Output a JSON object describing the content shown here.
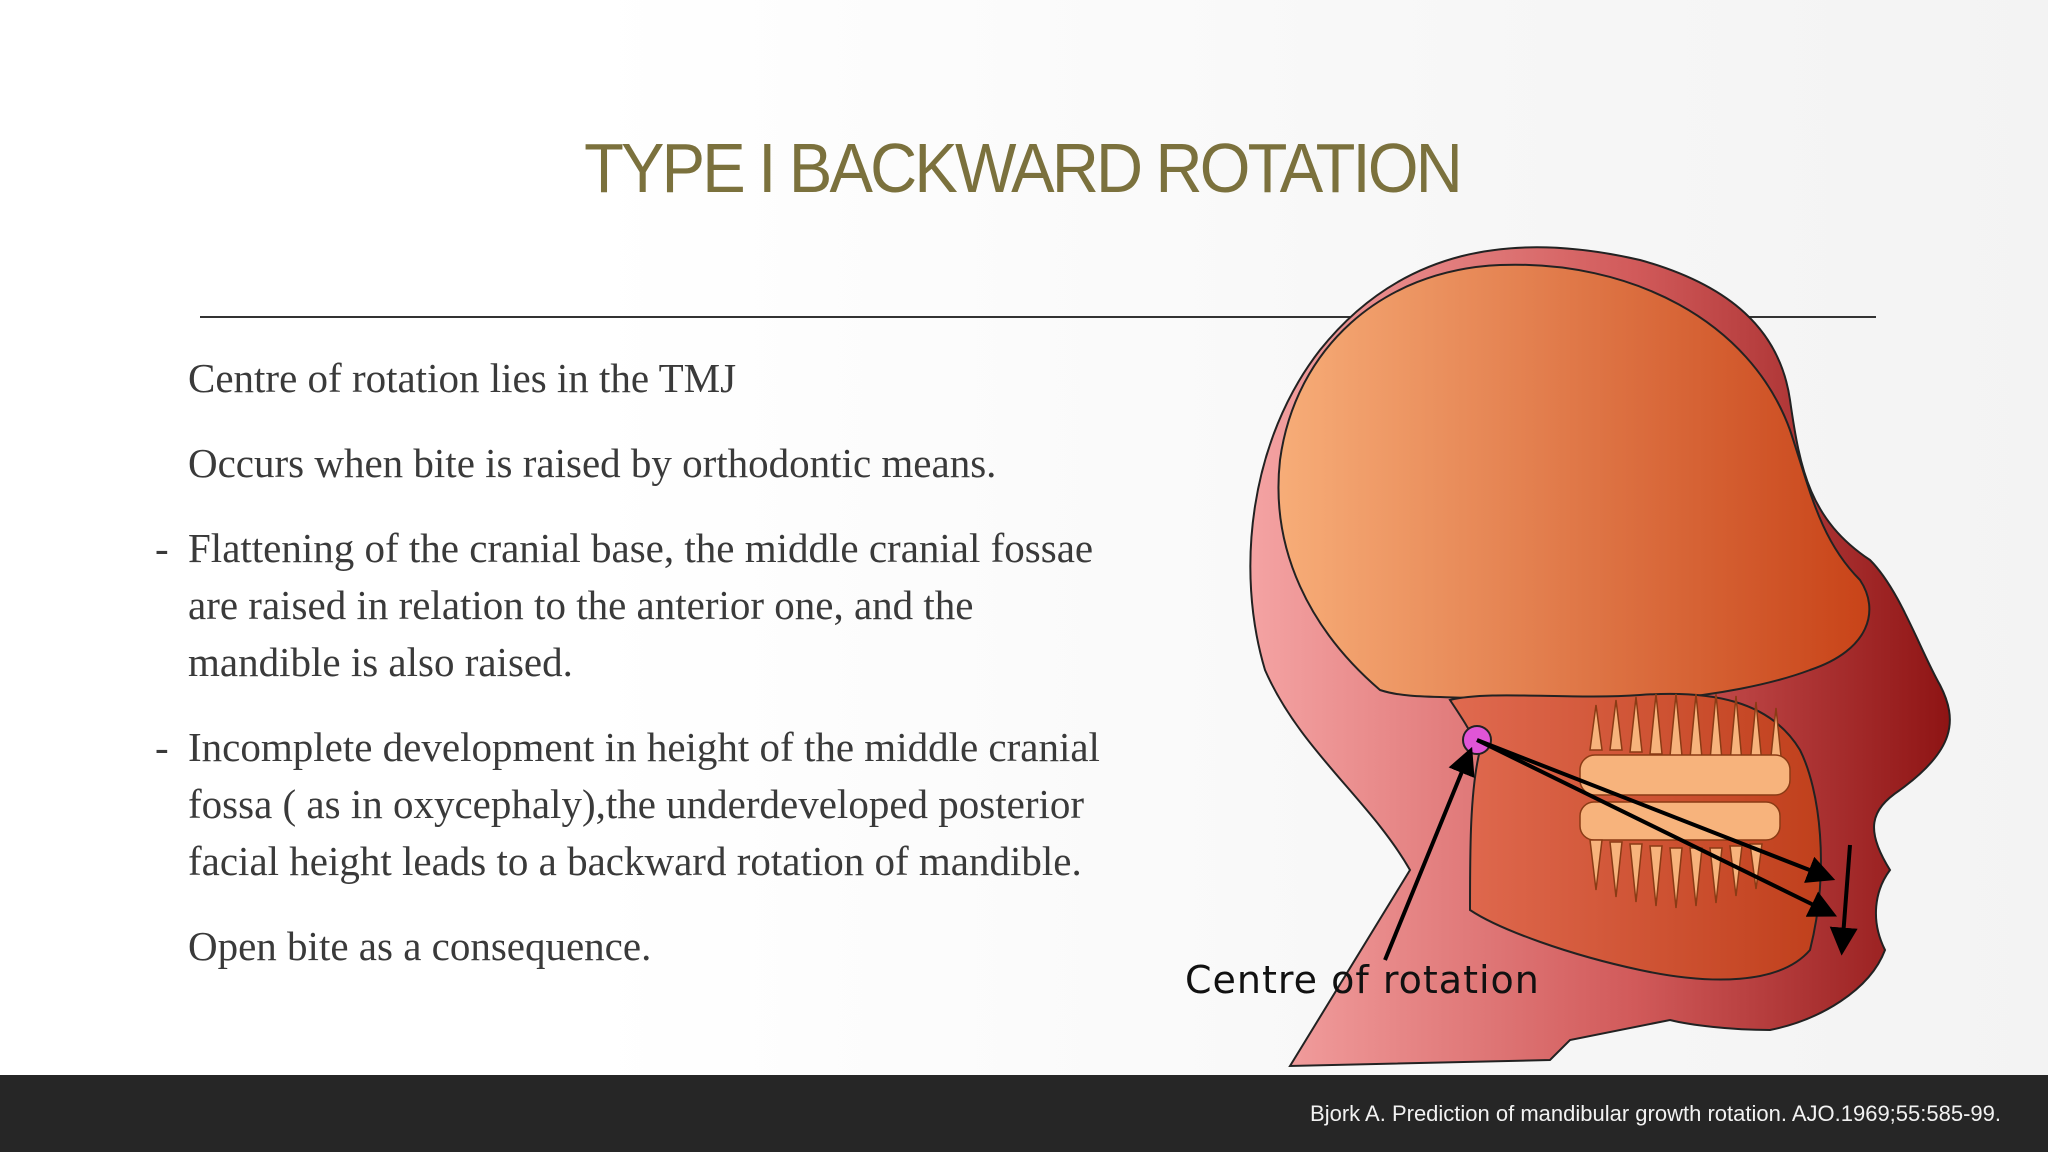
{
  "slide": {
    "title": "TYPE I BACKWARD ROTATION",
    "bullets": [
      {
        "dash": "",
        "text": "Centre of rotation lies in the TMJ"
      },
      {
        "dash": "",
        "text": "Occurs when bite is raised by orthodontic means."
      },
      {
        "dash": "-",
        "text": "Flattening of the cranial base, the middle cranial fossae are raised in relation to the anterior one, and the mandible is also raised."
      },
      {
        "dash": "-",
        "text": "Incomplete development in height of  the middle cranial fossa ( as in oxycephaly),the underdeveloped posterior facial height leads to a backward rotation of mandible."
      },
      {
        "dash": "",
        "text": "Open bite as a  consequence."
      }
    ],
    "figure_label": "Centre of rotation",
    "citation": "Bjork A. Prediction of mandibular growth rotation. AJO.1969;55:585-99."
  },
  "colors": {
    "title": "#7b713d",
    "footer": "#262626",
    "head_light": "#f4a3a3",
    "head_dark": "#8e1414",
    "brain_light": "#f7ad78",
    "brain_dark": "#c84318"
  }
}
